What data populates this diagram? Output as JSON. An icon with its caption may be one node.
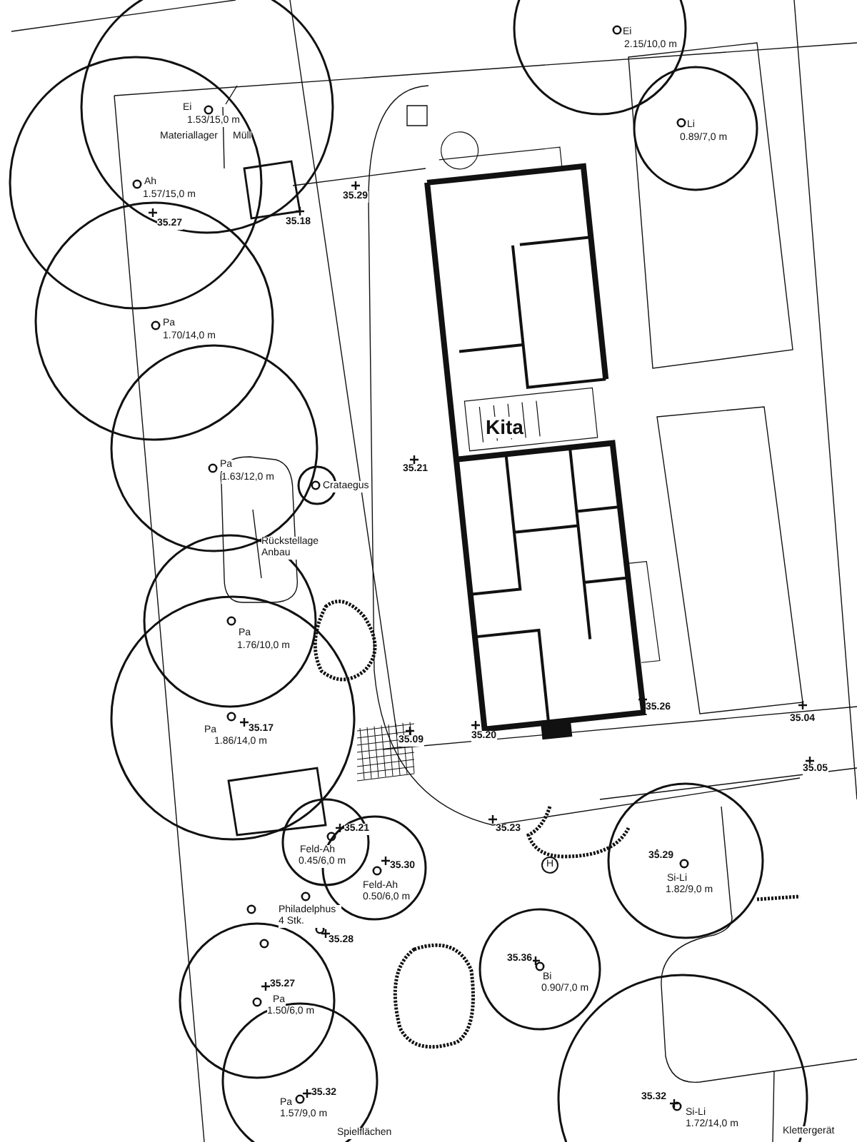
{
  "diagram": {
    "labels": [
      "Ei",
      "2.15/10,0 m",
      "Ei",
      "1.53/15,0 m",
      "Li",
      "0.89/7,0 m",
      "Materiallager",
      "Müll",
      "Ah",
      "1.57/15,0 m",
      "35.29",
      "35.27",
      "35.18",
      "Pa",
      "1.70/14,0 m",
      "Kita",
      "35.21",
      "Pa",
      "1.63/12,0 m",
      "Crataegus",
      "Rückstellage Anbau",
      "Pa",
      "1.76/10,0 m",
      "35.17",
      "Pa",
      "1.86/14,0 m",
      "35.09",
      "35.20",
      "35.26",
      "35.04",
      "35.05",
      "35.23",
      "35.21",
      "Feld-Ah",
      "0.45/6,0 m",
      "35.30",
      "Feld-Ah",
      "0.50/6,0 m",
      "35.29",
      "Si-Li",
      "1.82/9,0 m",
      "H",
      "Philadelphus 4 Stk.",
      "35.28",
      "35.36",
      "Bi",
      "0.90/7,0 m",
      "35.27",
      "Pa",
      "1.50/6,0 m",
      "35.32",
      "Pa",
      "1.57/9,0 m",
      "35.32",
      "Si-Li",
      "1.72/14,0 m",
      "Klettergerät",
      "Spielflächen"
    ]
  }
}
